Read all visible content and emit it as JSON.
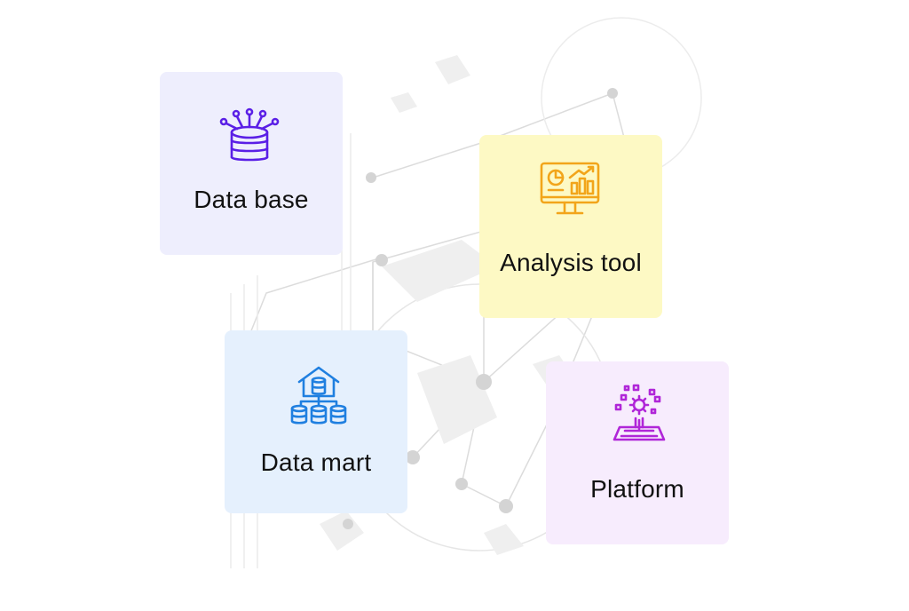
{
  "cards": [
    {
      "id": "database",
      "label": "Data base",
      "icon": "database-network-icon",
      "background": "#eeeefd",
      "icon_color": "#5a1fe6"
    },
    {
      "id": "analysis",
      "label": "Analysis tool",
      "icon": "monitor-analytics-icon",
      "background": "#fdf9c4",
      "icon_color": "#f2a51a"
    },
    {
      "id": "datamart",
      "label": "Data mart",
      "icon": "data-warehouse-icon",
      "background": "#e5f0fd",
      "icon_color": "#1f7fe0"
    },
    {
      "id": "platform",
      "label": "Platform",
      "icon": "platform-gear-icon",
      "background": "#f7ecfd",
      "icon_color": "#b026d8"
    }
  ]
}
